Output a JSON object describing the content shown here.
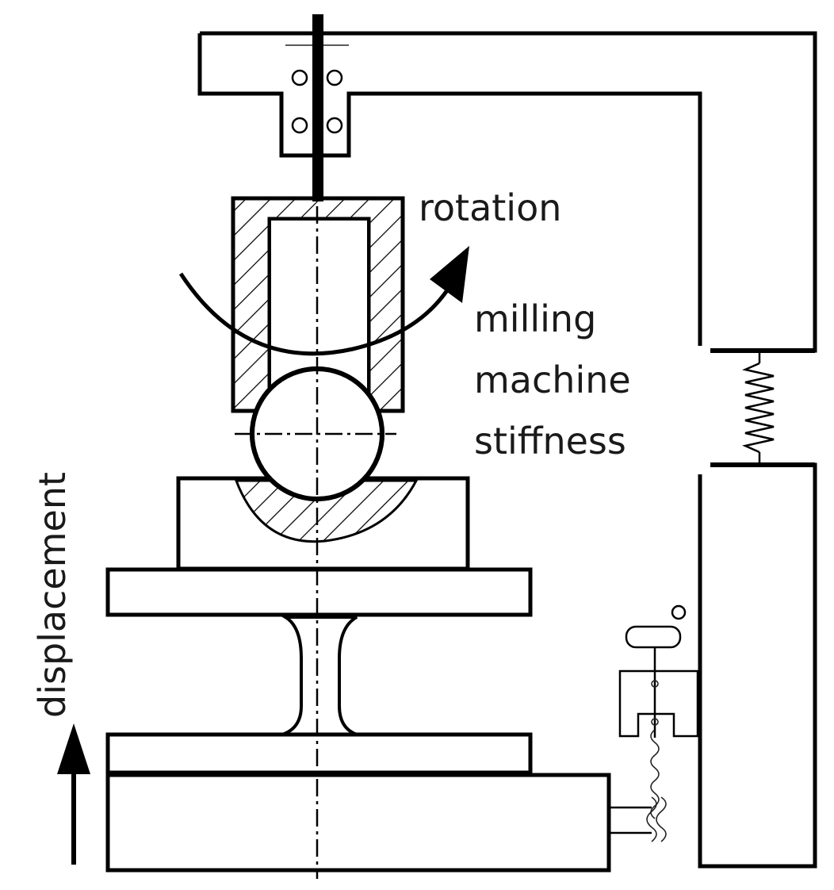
{
  "labels": {
    "rotation": "rotation",
    "stiffness_line1": "milling",
    "stiffness_line2": "machine",
    "stiffness_line3": "stiffness",
    "displacement": "displacement"
  },
  "colors": {
    "ink": "#000000",
    "text": "#1a1a1a",
    "background": "#ffffff"
  }
}
